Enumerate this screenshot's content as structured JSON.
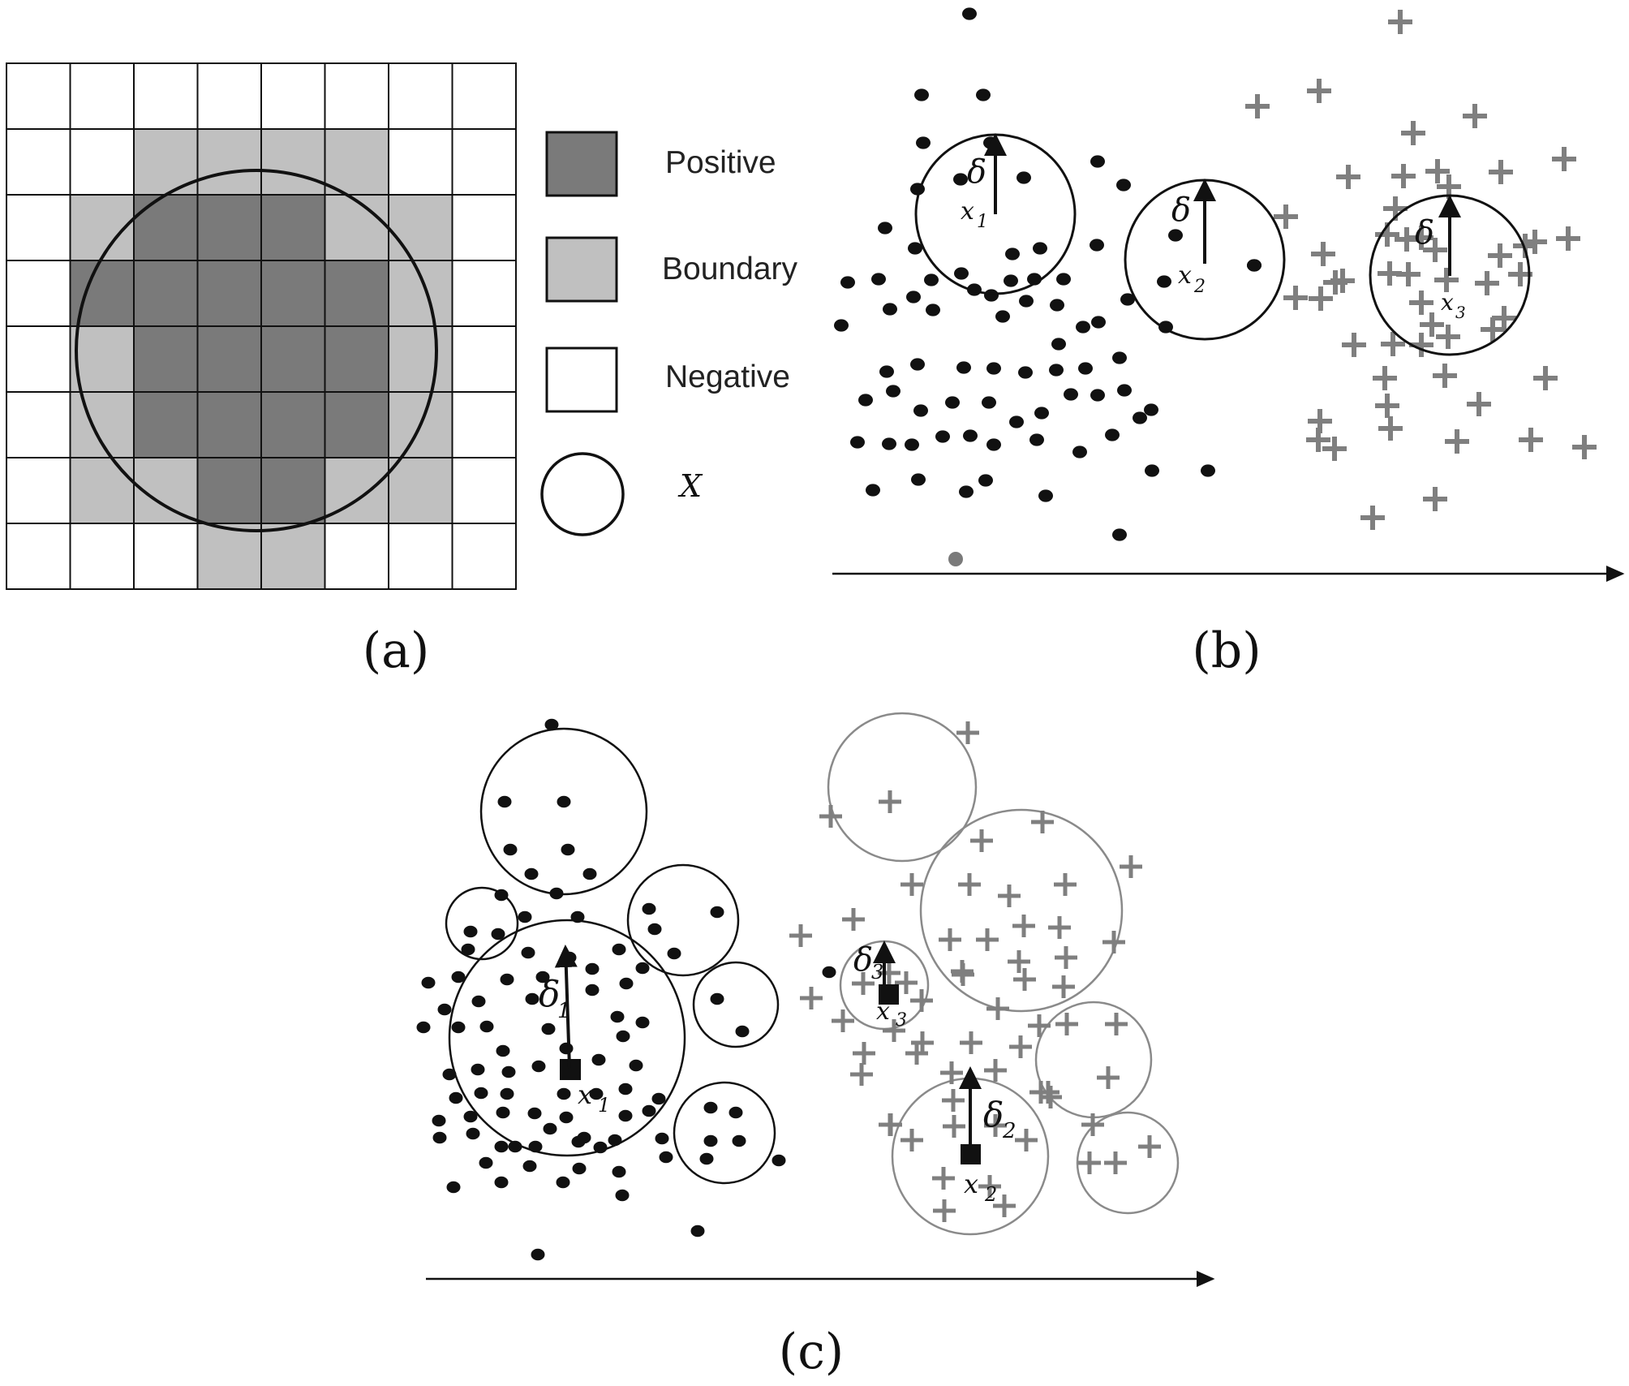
{
  "panels": {
    "a": {
      "caption": "(a)",
      "legend": {
        "positive_label": "Positive",
        "boundary_label": "Boundary",
        "negative_label": "Negative",
        "set_label": "X"
      }
    },
    "b": {
      "caption": "(b)",
      "delta": "δ",
      "samples": [
        {
          "var": "x",
          "sub": "1"
        },
        {
          "var": "x",
          "sub": "2"
        },
        {
          "var": "x",
          "sub": "3"
        }
      ]
    },
    "c": {
      "caption": "(c)",
      "delta": "δ",
      "samples": [
        {
          "var": "x",
          "sub": "1",
          "delta_sub": "1"
        },
        {
          "var": "x",
          "sub": "2",
          "delta_sub": "2"
        },
        {
          "var": "x",
          "sub": "3",
          "delta_sub": "3"
        }
      ]
    }
  },
  "colors": {
    "positive": "#7a7a7a",
    "boundary": "#c0c0c0",
    "negative": "#ffffff",
    "dot": "#111111",
    "plus": "#7f7f7f",
    "grey_circle": "#8a8a8a"
  },
  "grid": {
    "rows": 8,
    "cols": 8,
    "cells": [
      "NNNNNNNN",
      "NNBBBBNN",
      "NBPPPBBN",
      "NPPPPPBN",
      "NBPPPPBN",
      "NBPPPPBN",
      "NBBPPBBN",
      "NNNBBNNN"
    ]
  }
}
